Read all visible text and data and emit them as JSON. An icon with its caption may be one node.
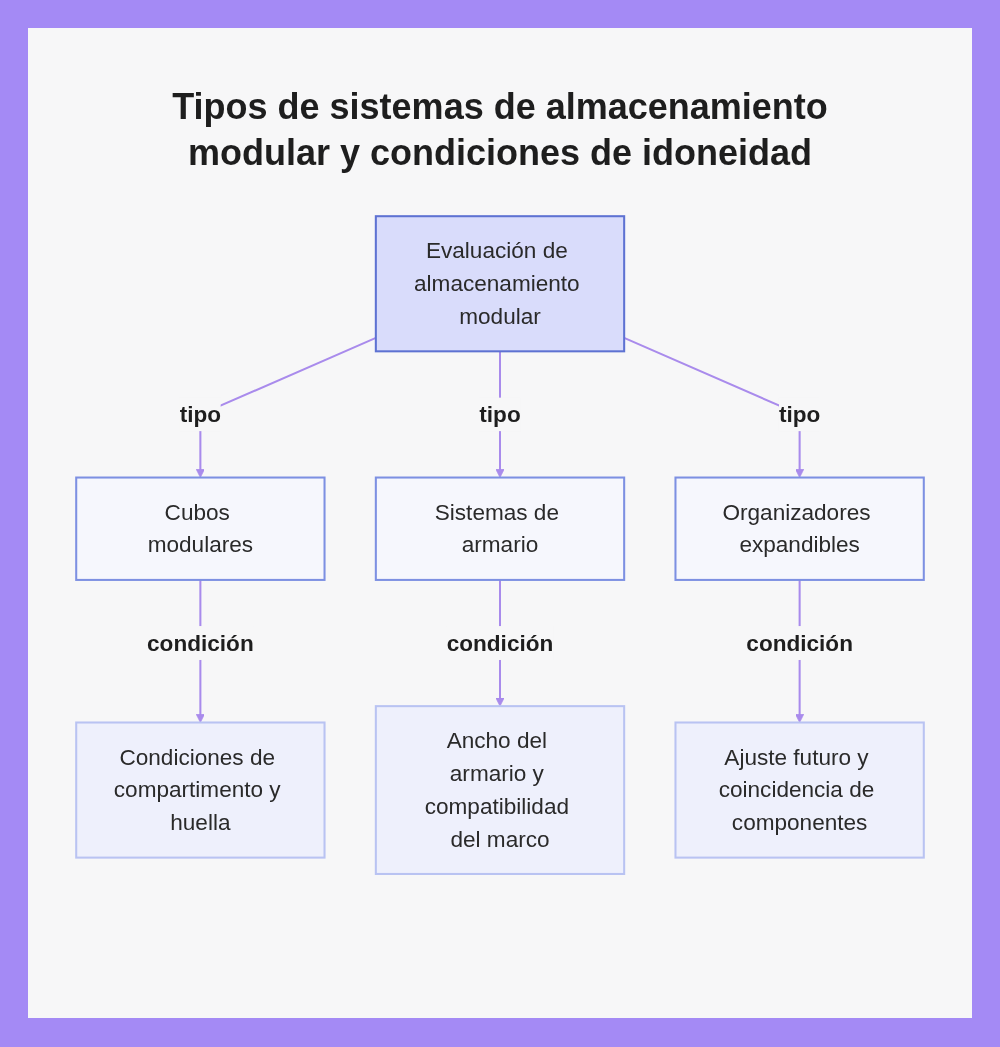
{
  "diagram": {
    "title": "Tipos de sistemas de almacenamiento modular y condiciones de idoneidad",
    "nodes": [
      {
        "text": [
          "Evaluación de almacenamiento modular"
        ]
      },
      {
        "text": [
          "Cubos modulares"
        ]
      },
      {
        "text": [
          "Sistemas de armario"
        ]
      },
      {
        "text": [
          "Organizadores expandibles"
        ]
      },
      {
        "text": [
          "Condiciones de compartimento y huella"
        ]
      },
      {
        "text": [
          "Ancho del armario y compatibilidad del marco"
        ]
      },
      {
        "text": [
          "Ajuste futuro y coincidencia de componentes"
        ]
      }
    ],
    "edges": [
      {
        "from": 0,
        "to": 1,
        "arrow": "to",
        "label": "tipo"
      },
      {
        "from": 0,
        "to": 2,
        "arrow": "to",
        "label": "tipo"
      },
      {
        "from": 0,
        "to": 3,
        "arrow": "to",
        "label": "tipo"
      },
      {
        "from": 1,
        "to": 4,
        "arrow": "to",
        "label": "condición"
      },
      {
        "from": 2,
        "to": 5,
        "arrow": "to",
        "label": "condición"
      },
      {
        "from": 3,
        "to": 6,
        "arrow": "to",
        "label": "condición"
      }
    ]
  }
}
